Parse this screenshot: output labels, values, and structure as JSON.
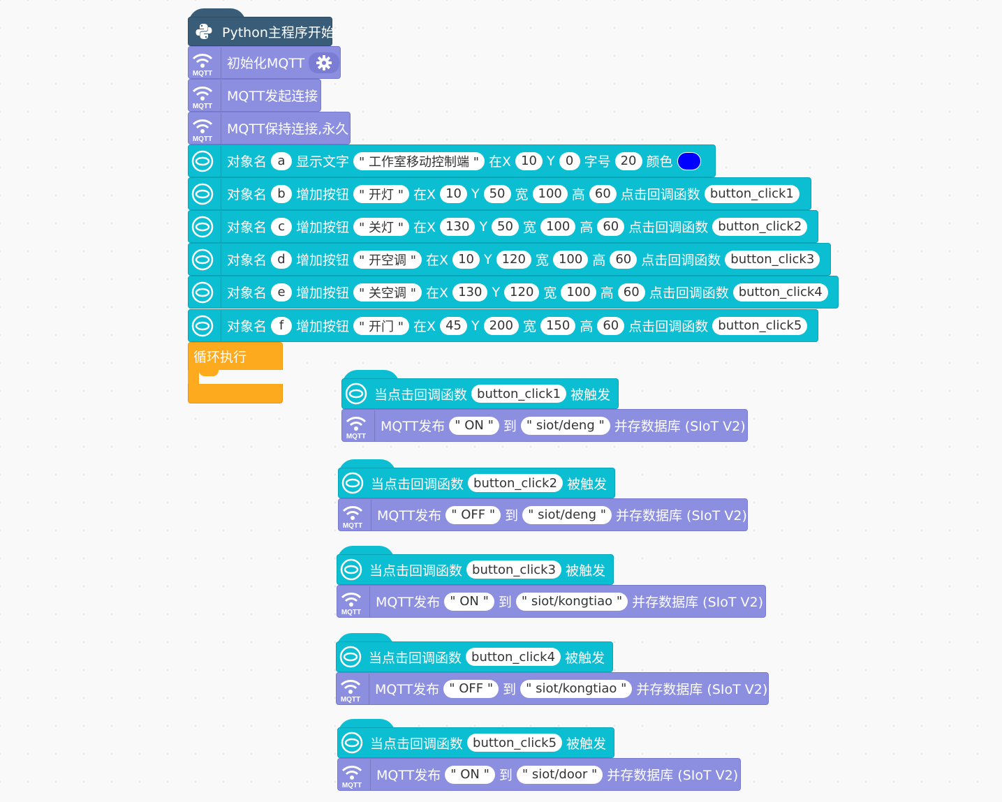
{
  "colors": {
    "cyan": "#0cbed2",
    "purple": "#8c8ee0",
    "dark": "#395d78",
    "orange": "#fdaa1e",
    "blue_dot": "#0000ff"
  },
  "icons": {
    "python": "python-icon",
    "mqtt": "mqtt-wifi-icon",
    "ellipse": "unihiker-ellipse-icon",
    "gear": "gear-icon"
  },
  "main": {
    "start": "Python主程序开始",
    "init_mqtt": "初始化MQTT",
    "connect": "MQTT发起连接",
    "keep": "MQTT保持连接,永久",
    "mqtt_badge": "MQTT",
    "text_block": {
      "l1": "对象名",
      "obj": "a",
      "l2": "显示文字",
      "text": "\" 工作室移动控制端 \"",
      "l3": "在X",
      "x": "10",
      "l4": "Y",
      "y": "0",
      "l5": "字号",
      "size": "20",
      "l6": "颜色"
    },
    "buttons": [
      {
        "l1": "对象名",
        "obj": "b",
        "l2": "增加按钮",
        "text": "\" 开灯 \"",
        "l3": "在X",
        "x": "10",
        "l4": "Y",
        "y": "50",
        "l5": "宽",
        "w": "100",
        "l6": "高",
        "h": "60",
        "l7": "点击回调函数",
        "cb": "button_click1"
      },
      {
        "l1": "对象名",
        "obj": "c",
        "l2": "增加按钮",
        "text": "\" 关灯 \"",
        "l3": "在X",
        "x": "130",
        "l4": "Y",
        "y": "50",
        "l5": "宽",
        "w": "100",
        "l6": "高",
        "h": "60",
        "l7": "点击回调函数",
        "cb": "button_click2"
      },
      {
        "l1": "对象名",
        "obj": "d",
        "l2": "增加按钮",
        "text": "\" 开空调 \"",
        "l3": "在X",
        "x": "10",
        "l4": "Y",
        "y": "120",
        "l5": "宽",
        "w": "100",
        "l6": "高",
        "h": "60",
        "l7": "点击回调函数",
        "cb": "button_click3"
      },
      {
        "l1": "对象名",
        "obj": "e",
        "l2": "增加按钮",
        "text": "\" 关空调 \"",
        "l3": "在X",
        "x": "130",
        "l4": "Y",
        "y": "120",
        "l5": "宽",
        "w": "100",
        "l6": "高",
        "h": "60",
        "l7": "点击回调函数",
        "cb": "button_click4"
      },
      {
        "l1": "对象名",
        "obj": "f",
        "l2": "增加按钮",
        "text": "\" 开门 \"",
        "l3": "在X",
        "x": "45",
        "l4": "Y",
        "y": "200",
        "l5": "宽",
        "w": "150",
        "l6": "高",
        "h": "60",
        "l7": "点击回调函数",
        "cb": "button_click5"
      }
    ],
    "loop": "循环执行"
  },
  "callbacks": [
    {
      "when": "当点击回调函数",
      "cb": "button_click1",
      "trig": "被触发",
      "pub": "MQTT发布",
      "msg": "\" ON \"",
      "to": "到",
      "topic": "\" siot/deng \"",
      "save": "并存数据库 (SIoT V2)"
    },
    {
      "when": "当点击回调函数",
      "cb": "button_click2",
      "trig": "被触发",
      "pub": "MQTT发布",
      "msg": "\" OFF \"",
      "to": "到",
      "topic": "\" siot/deng \"",
      "save": "并存数据库 (SIoT V2)"
    },
    {
      "when": "当点击回调函数",
      "cb": "button_click3",
      "trig": "被触发",
      "pub": "MQTT发布",
      "msg": "\" ON \"",
      "to": "到",
      "topic": "\" siot/kongtiao \"",
      "save": "并存数据库 (SIoT V2)"
    },
    {
      "when": "当点击回调函数",
      "cb": "button_click4",
      "trig": "被触发",
      "pub": "MQTT发布",
      "msg": "\" OFF \"",
      "to": "到",
      "topic": "\" siot/kongtiao \"",
      "save": "并存数据库 (SIoT V2)"
    },
    {
      "when": "当点击回调函数",
      "cb": "button_click5",
      "trig": "被触发",
      "pub": "MQTT发布",
      "msg": "\" ON \"",
      "to": "到",
      "topic": "\" siot/door \"",
      "save": "并存数据库 (SIoT V2)"
    }
  ]
}
